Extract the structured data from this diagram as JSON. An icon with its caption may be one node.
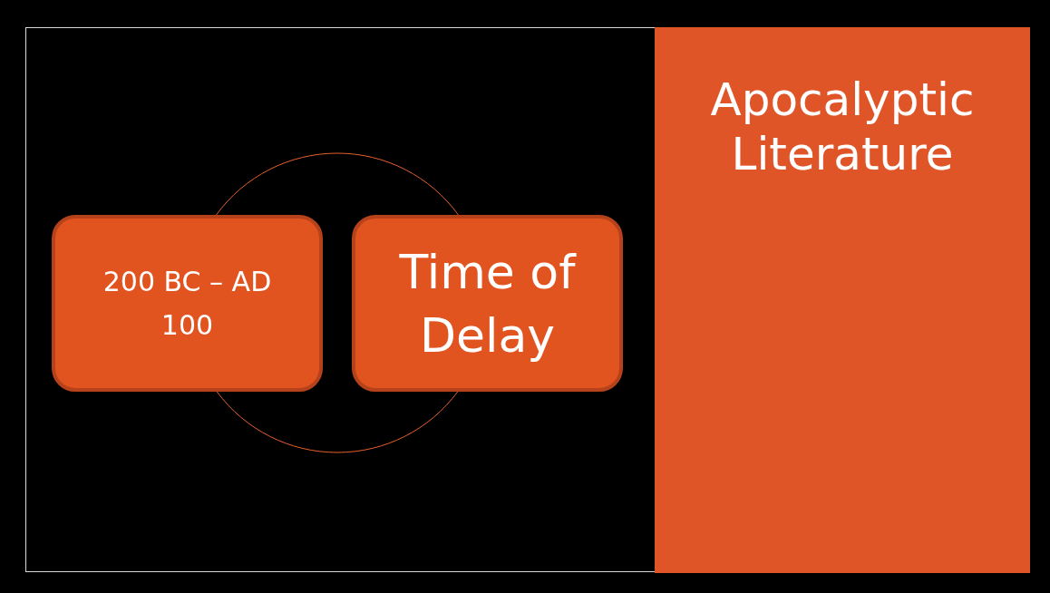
{
  "diagram": {
    "title": "Apocalyptic Literature",
    "nodes": [
      {
        "text": [
          "200 BC – AD 100"
        ]
      },
      {
        "text": [
          "Time of Delay"
        ]
      }
    ],
    "edges": [
      {
        "from": 0,
        "to": 1,
        "arrow": "none"
      },
      {
        "from": 1,
        "to": 0,
        "arrow": "none"
      }
    ]
  }
}
